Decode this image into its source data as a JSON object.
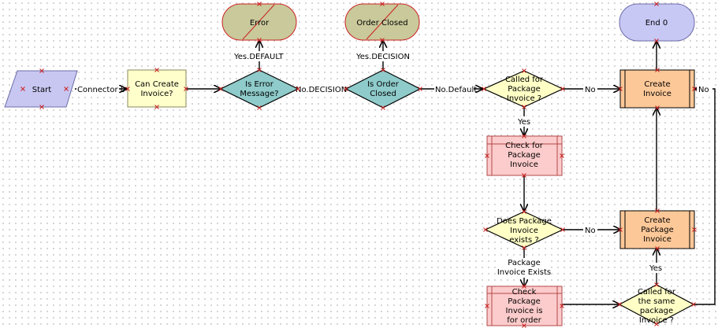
{
  "nodes": {
    "start": "Start",
    "can_create": [
      "Can Create",
      "Invoice?"
    ],
    "is_error": [
      "Is Error",
      "Message?"
    ],
    "error_end": "Error",
    "is_order_closed": [
      "Is Order",
      "Closed"
    ],
    "order_closed_end": "Order Closed",
    "called_for_package": [
      "Called for",
      "Package",
      "Invoice ?"
    ],
    "end0": "End 0",
    "create_invoice": [
      "Create",
      "Invoice"
    ],
    "check_package_invoice": [
      "Check for",
      "Package",
      "Invoice"
    ],
    "does_package_exists": [
      "Does Package",
      "Invoice",
      "exists ?"
    ],
    "create_package_invoice": [
      "Create",
      "Package",
      "Invoice"
    ],
    "check_invoice_order": [
      "Check",
      "Package",
      "Invoice is",
      "for order"
    ],
    "called_same_package": [
      "Called for",
      "the same",
      "package",
      "Invoice ?"
    ]
  },
  "edges": {
    "connector0": "Connector 0",
    "yes_default": "Yes.DEFAULT",
    "no_decision": "No.DECISION",
    "yes_decision": "Yes.DECISION",
    "no_default": "No.Default",
    "no1": "No",
    "yes1": "Yes",
    "no2": "No",
    "package_invoice_exists": [
      "Package",
      "Invoice Exists"
    ],
    "yes2": "Yes",
    "no3": "No"
  },
  "colors": {
    "start_fill": "#c7c7f2",
    "end_fill": "#c8c8f5",
    "task_yellow": "#ffffcc",
    "decision_teal": "#8fcbcb",
    "decision_yellow": "#ffffc6",
    "stop_fill": "#c9c99b",
    "subprocess_orange": "#fdc898",
    "subprocess_pink": "#fccbcb",
    "handle_red": "#cc2222"
  }
}
